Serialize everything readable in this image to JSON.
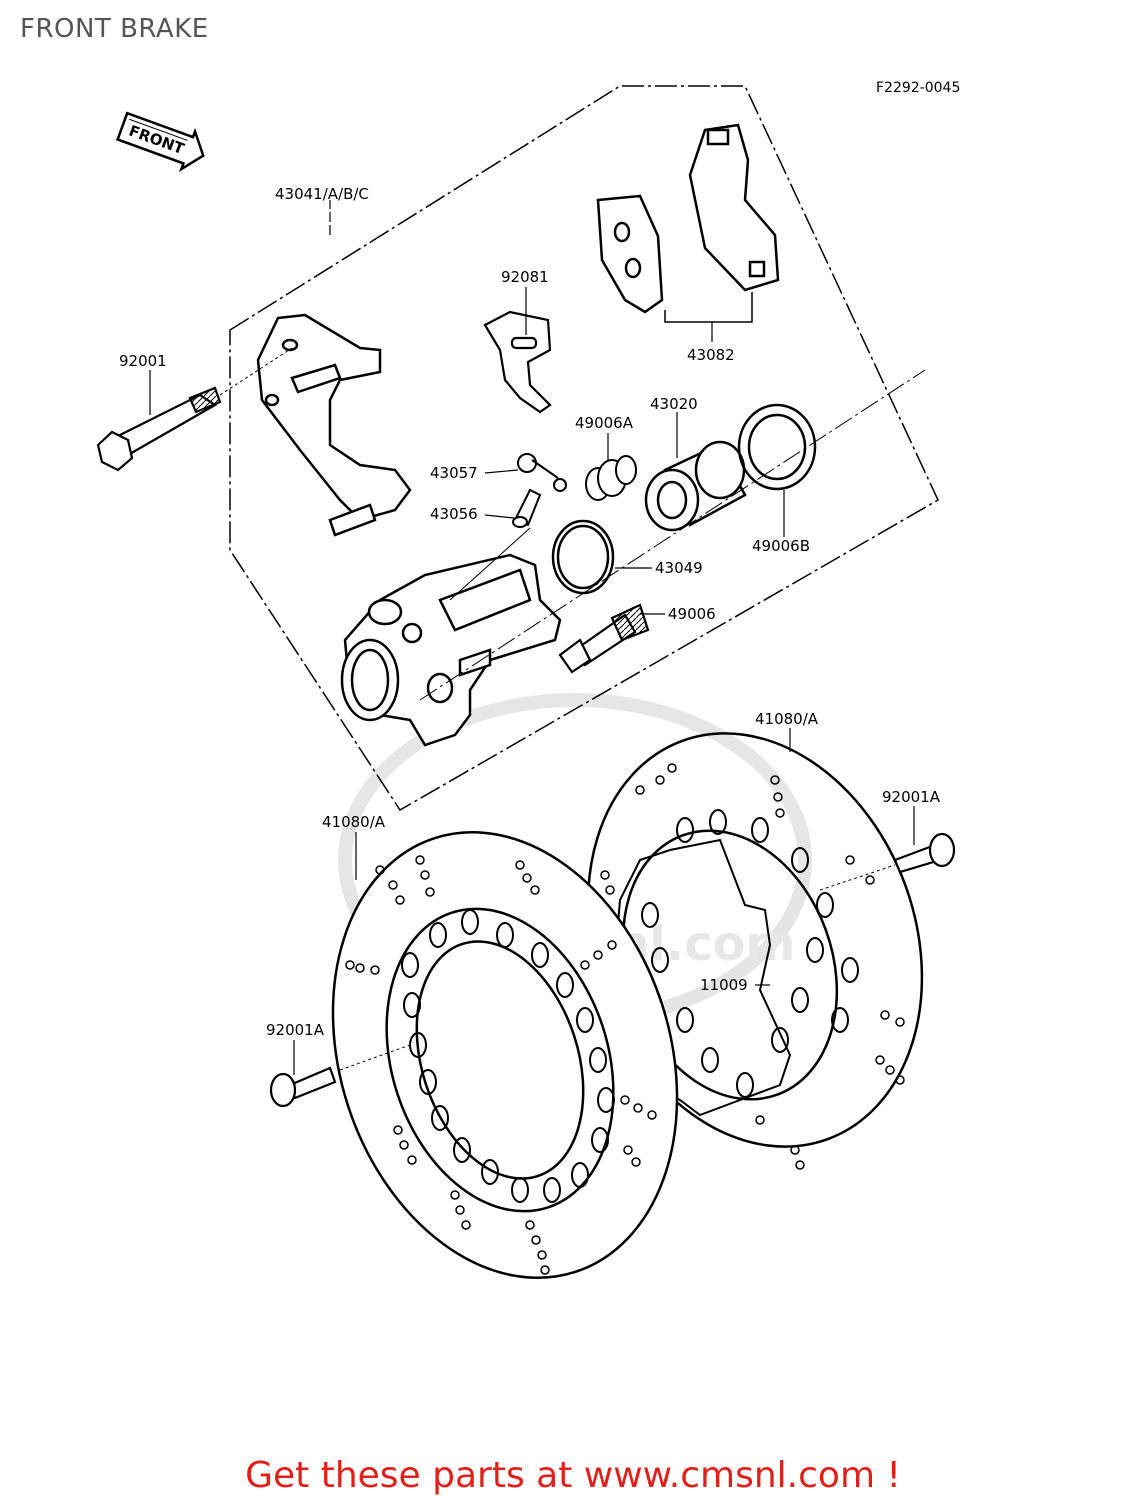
{
  "title": "FRONT BRAKE",
  "figure_code": "F2292-0045",
  "front_arrow": "FRONT",
  "watermark": "www.cmsnl.com",
  "footer": "Get these parts at www.cmsnl.com !",
  "parts": [
    {
      "id": "p43041",
      "label": "43041/A/B/C"
    },
    {
      "id": "p92081",
      "label": "92081"
    },
    {
      "id": "p43082",
      "label": "43082"
    },
    {
      "id": "p92001",
      "label": "92001"
    },
    {
      "id": "p49006A",
      "label": "49006A"
    },
    {
      "id": "p43020",
      "label": "43020"
    },
    {
      "id": "p43057",
      "label": "43057"
    },
    {
      "id": "p43056",
      "label": "43056"
    },
    {
      "id": "p49006B",
      "label": "49006B"
    },
    {
      "id": "p43049",
      "label": "43049"
    },
    {
      "id": "p49006",
      "label": "49006"
    },
    {
      "id": "p41080A_right",
      "label": "41080/A"
    },
    {
      "id": "p92001A_right",
      "label": "92001A"
    },
    {
      "id": "p41080A_left",
      "label": "41080/A"
    },
    {
      "id": "p11009",
      "label": "11009"
    },
    {
      "id": "p92001A_left",
      "label": "92001A"
    }
  ]
}
